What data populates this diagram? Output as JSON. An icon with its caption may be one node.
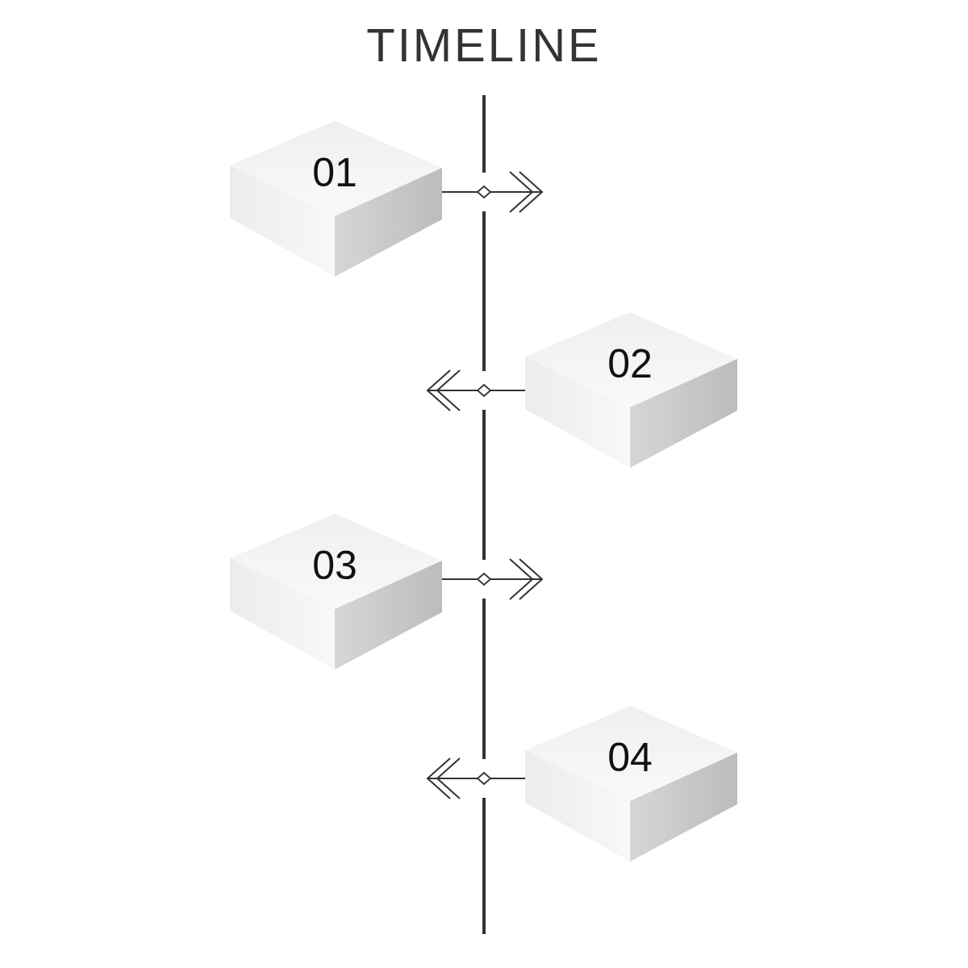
{
  "diagram": {
    "title": "TIMELINE",
    "nodes": [
      {
        "text": [
          "01"
        ]
      },
      {
        "text": [
          "02"
        ]
      },
      {
        "text": [
          "03"
        ]
      },
      {
        "text": [
          "04"
        ]
      }
    ],
    "edges": [
      {
        "from": 0,
        "to": null,
        "arrow": "to"
      },
      {
        "from": 1,
        "to": null,
        "arrow": "to"
      },
      {
        "from": 2,
        "to": null,
        "arrow": "to"
      },
      {
        "from": 3,
        "to": null,
        "arrow": "to"
      }
    ]
  }
}
